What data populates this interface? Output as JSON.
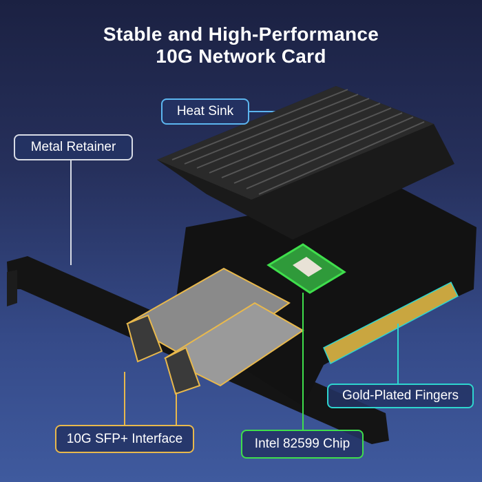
{
  "title": {
    "line1": "Stable and High-Performance",
    "line2": "10G Network Card"
  },
  "labels": {
    "heat_sink": "Heat Sink",
    "metal_retainer": "Metal Retainer",
    "gold_fingers": "Gold-Plated Fingers",
    "chip": "Intel 82599 Chip",
    "sfp": "10G SFP+ Interface"
  },
  "colors": {
    "heat_sink": "#5cb6f0",
    "metal_retainer": "#d8dce6",
    "gold_fingers": "#2ed6cf",
    "chip": "#3fdf4c",
    "sfp": "#e9b94c"
  }
}
